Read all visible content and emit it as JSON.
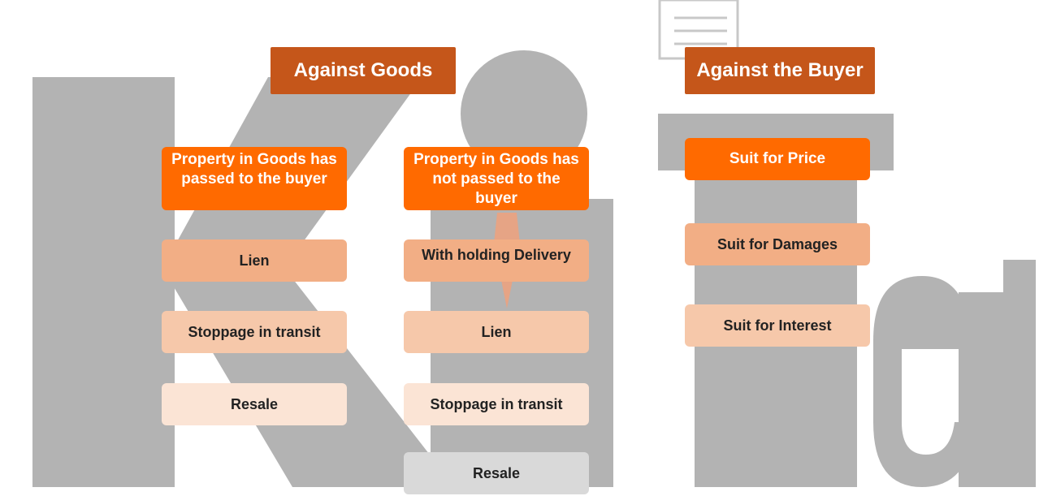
{
  "watermark": {
    "text_left": "Ki",
    "text_right": "Test",
    "color": "#9a9a9a"
  },
  "groups": {
    "against_goods": {
      "title": "Against Goods",
      "passed": {
        "title": "Property in Goods has passed to the buyer",
        "items": [
          "Lien",
          "Stoppage in transit",
          "Resale"
        ]
      },
      "not_passed": {
        "title": "Property in Goods has not passed to the buyer",
        "items": [
          "With holding Delivery",
          "Lien",
          "Stoppage in transit",
          "Resale"
        ]
      }
    },
    "against_buyer": {
      "title": "Against the Buyer",
      "items": [
        "Suit for Price",
        "Suit for Damages",
        "Suit for Interest"
      ]
    }
  },
  "colors": {
    "header": "#c5561a",
    "top_box": "#ff6a00",
    "level1": "#f2ae85",
    "level2": "#f6c8aa",
    "level3": "#fbe4d5",
    "grey": "#d9d9d9"
  }
}
